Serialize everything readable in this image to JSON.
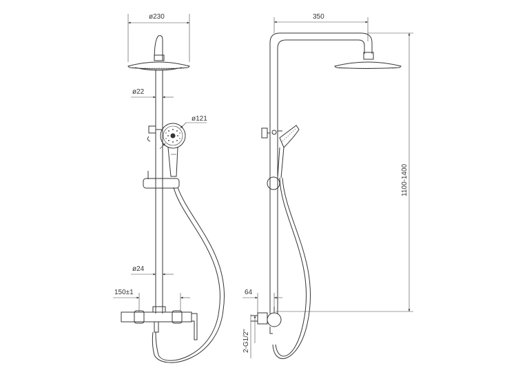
{
  "front_view": {
    "head_diameter": "ø230",
    "pipe_diameter_upper": "ø22",
    "hand_shower_diameter": "ø121",
    "pipe_diameter_lower": "ø24",
    "mixer_spacing": "150±1"
  },
  "side_view": {
    "arm_reach": "350",
    "height_range": "1100-1400",
    "wall_offset": "64",
    "inlet_thread": "2-G1/2\""
  }
}
